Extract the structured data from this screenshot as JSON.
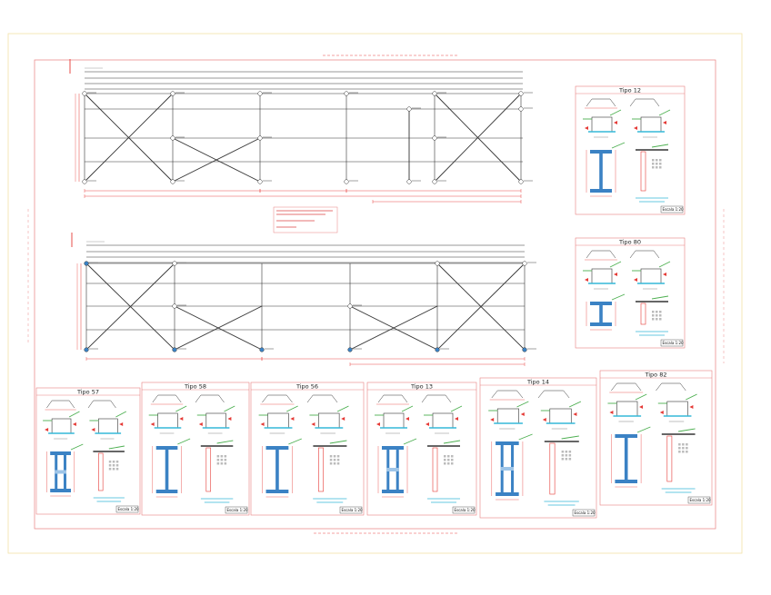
{
  "sheet": {
    "colors": {
      "frame": "#f2d58a",
      "border": "#e88080",
      "lines": "#333333",
      "blue": "#3b82c4",
      "green": "#4caf50",
      "red": "#e53935",
      "cyan": "#35b8d8"
    }
  },
  "details": {
    "panels": [
      {
        "id": "tipo12",
        "title": "Tipo 12",
        "scale": "Escala 1:20"
      },
      {
        "id": "tipo80",
        "title": "Tipo 80",
        "scale": "Escala 1:20"
      },
      {
        "id": "tipo57",
        "title": "Tipo 57",
        "scale": "Escala 1:20"
      },
      {
        "id": "tipo58",
        "title": "Tipo 58",
        "scale": "Escala 1:20"
      },
      {
        "id": "tipo56",
        "title": "Tipo 56",
        "scale": "Escala 1:20"
      },
      {
        "id": "tipo13",
        "title": "Tipo 13",
        "scale": "Escala 1:20"
      },
      {
        "id": "tipo14",
        "title": "Tipo 14",
        "scale": "Escala 1:20"
      },
      {
        "id": "tipo82",
        "title": "Tipo 82",
        "scale": "Escala 1:20"
      }
    ]
  }
}
